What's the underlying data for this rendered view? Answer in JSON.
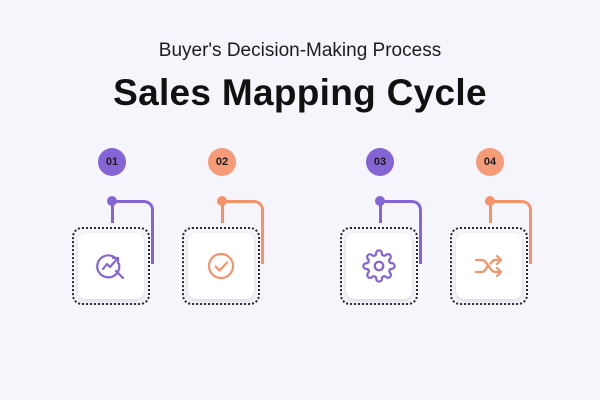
{
  "header": {
    "subtitle": "Buyer's Decision-Making Process",
    "title": "Sales Mapping Cycle"
  },
  "colors": {
    "purple": "#8565d6",
    "orange": "#f4936a",
    "purple_badge": "#8565d6",
    "orange_badge": "#f59b78"
  },
  "steps": [
    {
      "number": "01",
      "icon": "search-growth-icon",
      "color": "purple"
    },
    {
      "number": "02",
      "icon": "check-circle-icon",
      "color": "orange"
    },
    {
      "number": "03",
      "icon": "gear-icon",
      "color": "purple"
    },
    {
      "number": "04",
      "icon": "shuffle-icon",
      "color": "orange"
    }
  ]
}
